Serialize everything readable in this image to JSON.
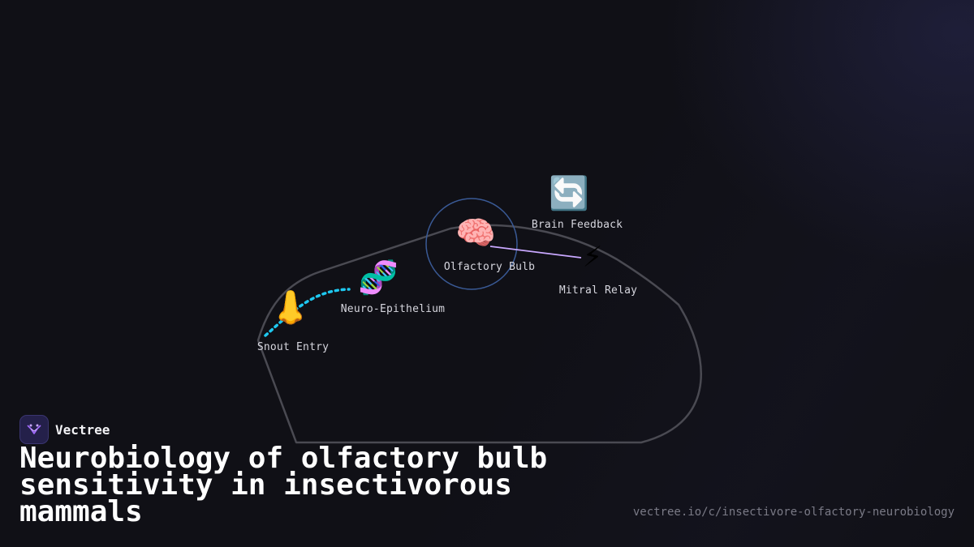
{
  "brand": {
    "name": "Vectree",
    "logo_icon": "vectree-logo-icon",
    "accent_color": "#a36bff"
  },
  "title": "Neurobiology of olfactory bulb sensitivity in insectivorous mammals",
  "url": "vectree.io/c/insectivore-olfactory-neurobiology",
  "diagram": {
    "nodes": [
      {
        "id": "snout",
        "label": "Snout Entry",
        "icon": "nose-icon",
        "glyph": "👃"
      },
      {
        "id": "epithelium",
        "label": "Neuro-Epithelium",
        "icon": "dna-icon",
        "glyph": "🧬"
      },
      {
        "id": "bulb",
        "label": "Olfactory Bulb",
        "icon": "brain-icon",
        "glyph": "🧠"
      },
      {
        "id": "feedback",
        "label": "Brain Feedback",
        "icon": "cycle-arrows-icon",
        "glyph": "🔄"
      },
      {
        "id": "mitral",
        "label": "Mitral Relay",
        "icon": "lightning-icon",
        "glyph": "⚡"
      }
    ],
    "colors": {
      "outline": "#4a4a52",
      "snout_to_epithelium": "#1ec8f0",
      "bulb_to_mitral": "#c9a8ff",
      "bulb_ring": "#3a5a96"
    }
  }
}
